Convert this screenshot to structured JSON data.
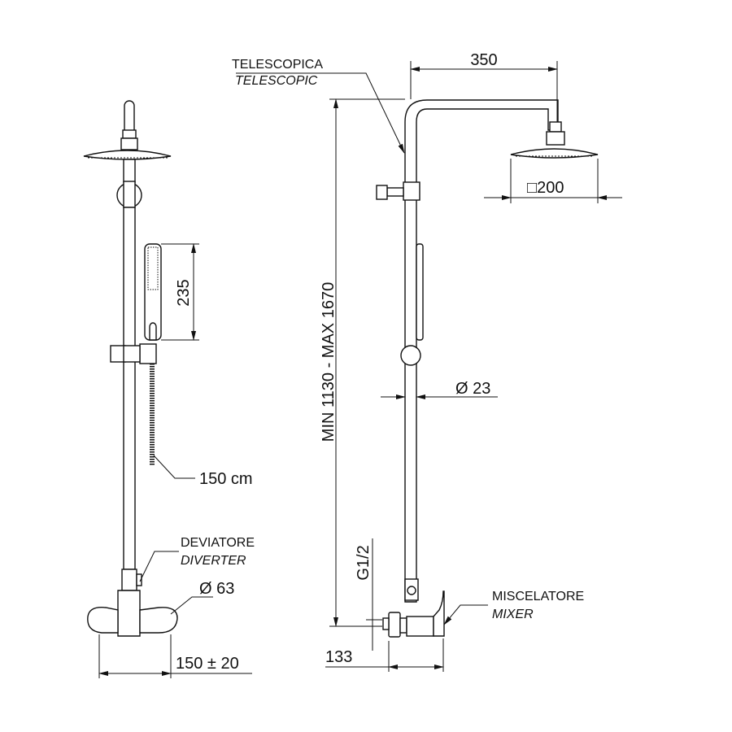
{
  "labels": {
    "telescopica": "TELESCOPICA",
    "telescopic": "TELESCOPIC",
    "deviatore": "DEVIATORE",
    "diverter": "DIVERTER",
    "miscelatore": "MISCELATORE",
    "mixer": "MIXER"
  },
  "dimensions": {
    "arm_length": "350",
    "head_size": "□200",
    "handshower_length": "235",
    "hose_length": "150 cm",
    "height_range": "MIN 1130 - MAX 1670",
    "rod_diameter": "Ø 23",
    "flange_diameter": "Ø 63",
    "centers": "150 ± 20",
    "thread": "G1/2",
    "projection": "133"
  },
  "colors": {
    "line": "#111111",
    "background": "#ffffff"
  }
}
